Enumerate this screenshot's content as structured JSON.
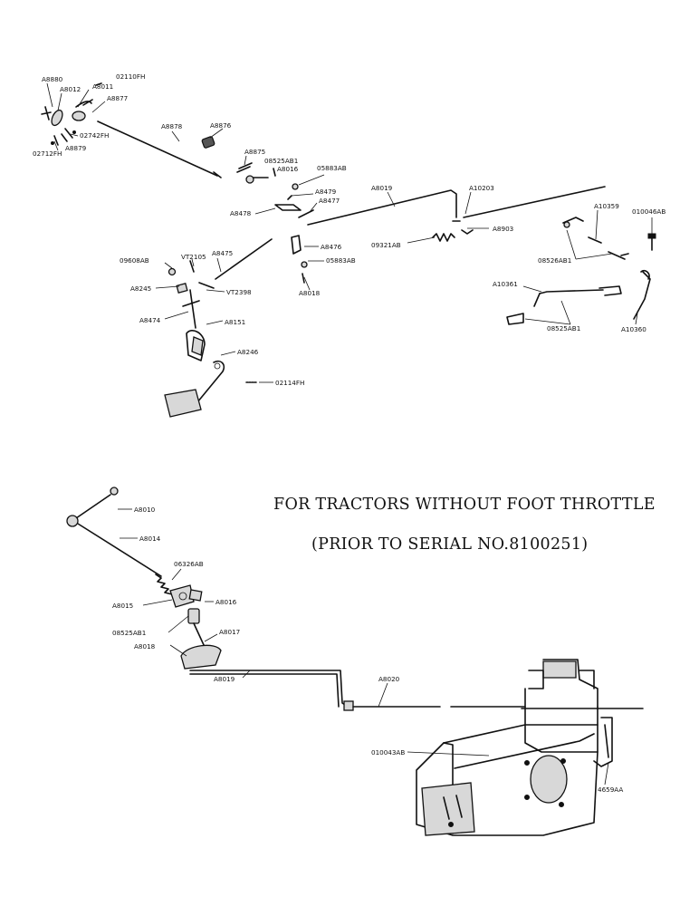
{
  "notes": {
    "line1": "FOR TRACTORS WITHOUT FOOT THROTTLE",
    "line2": "(PRIOR TO SERIAL NO.8100251)"
  },
  "labels": {
    "a8880": "A8880",
    "a8012_top": "A8012",
    "fh02110": "02110FH",
    "a8011": "A8011",
    "a8877": "A8877",
    "fh02742": "02742FH",
    "a8879": "A8879",
    "fh02712": "02712FH",
    "a8878": "A8878",
    "a8876": "A8876",
    "a8875": "A8875",
    "ab08525_top": "08525AB1",
    "a8016_top": "A8016",
    "ab05883_top": "05883AB",
    "a8479": "A8479",
    "a8477": "A8477",
    "a8478": "A8478",
    "a8019_top": "A8019",
    "a10203": "A10203",
    "ab09321": "09321AB",
    "a8903": "A8903",
    "a8476": "A8476",
    "ab05883_mid": "05883AB",
    "a8018_top": "A8018",
    "ab09608": "09608AB",
    "vt2105": "VT2105",
    "a8475": "A8475",
    "a8245": "A8245",
    "vt2398": "VT2398",
    "a8474": "A8474",
    "a8151": "A8151",
    "a8246": "A8246",
    "fh02114": "02114FH",
    "a10359": "A10359",
    "ab010046": "010046AB",
    "ab08526": "08526AB1",
    "a10361": "A10361",
    "ab08525_right": "08525AB1",
    "a10360": "A10360",
    "a8010": "A8010",
    "a8014": "A8014",
    "ab06326": "06326AB",
    "a8015": "A8015",
    "a8016_bot": "A8016",
    "ab08525_bot": "08525AB1",
    "a8017": "A8017",
    "a8018_bot": "A8018",
    "a8019_bot": "A8019",
    "a8020": "A8020",
    "ab010043": "010043AB",
    "aa4659": "4659AA"
  }
}
